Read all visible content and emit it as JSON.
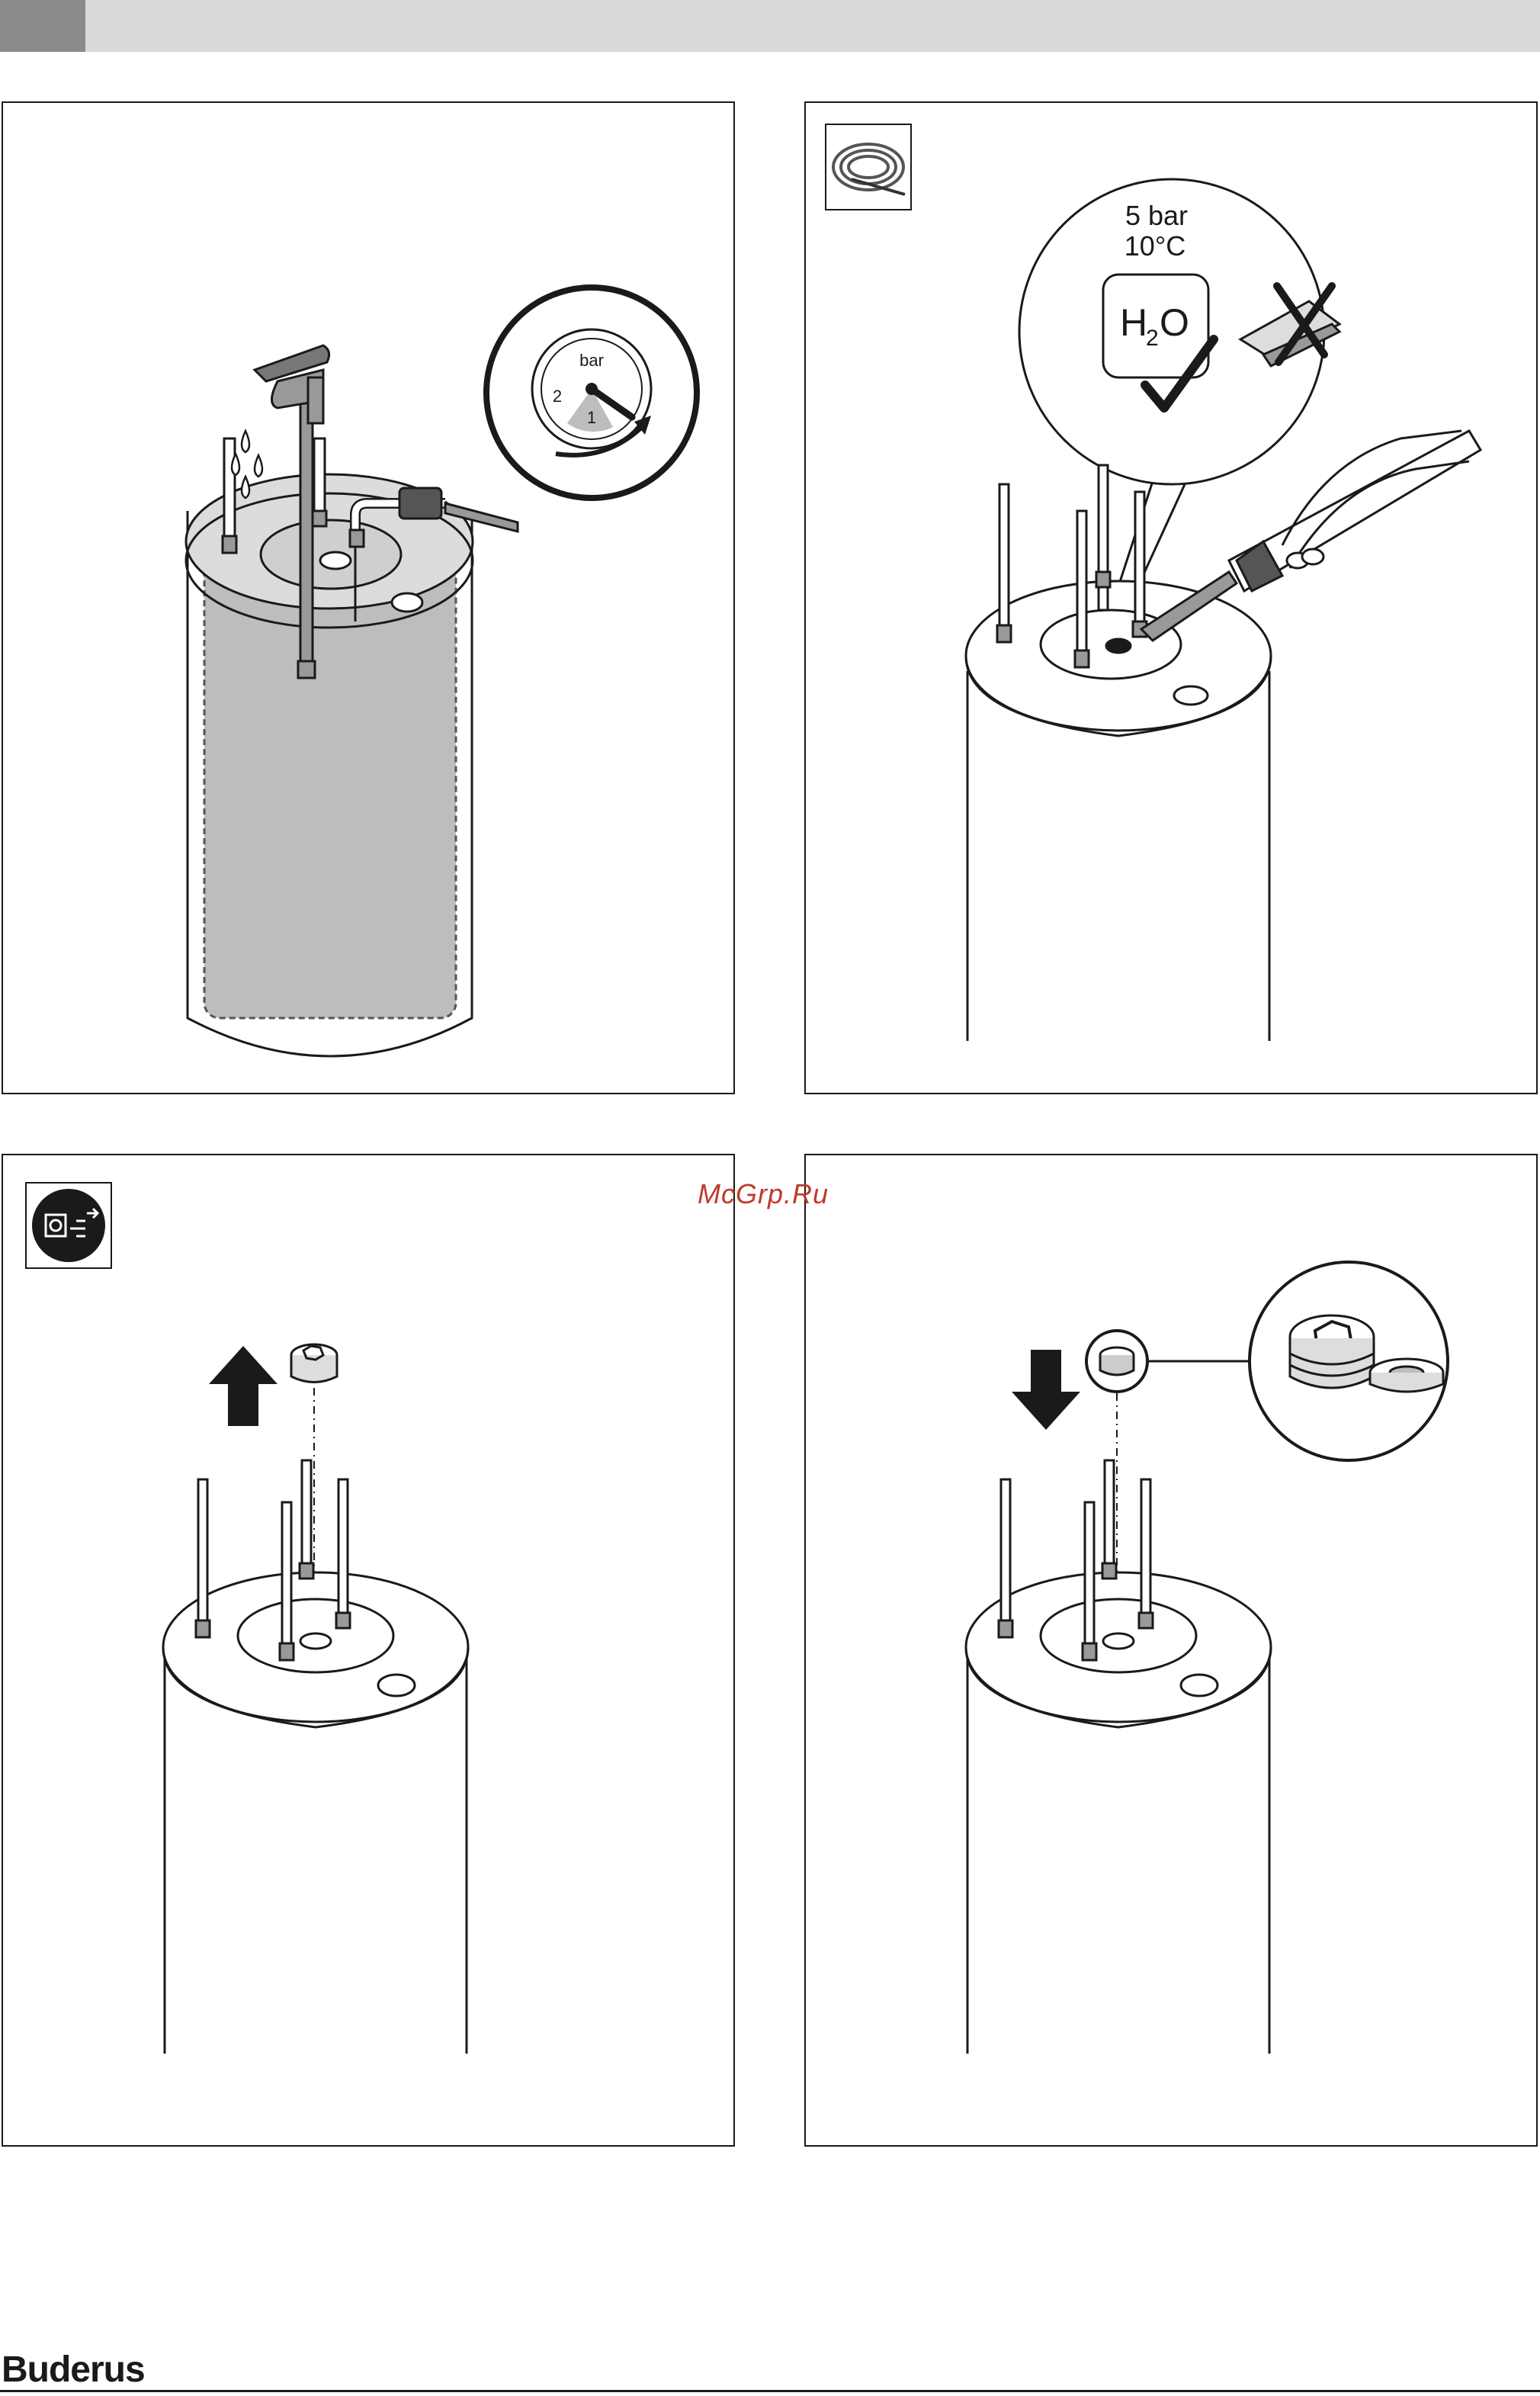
{
  "header": {
    "bar_color": "#d9d9d9",
    "tab_color": "#8a8a8a"
  },
  "panels": [
    {
      "id": "fill-tank",
      "icons": [
        "tap-icon",
        "water-drops-icon",
        "pressure-gauge-icon"
      ],
      "gauge": {
        "unit": "bar",
        "mark_1": "1",
        "mark_2": "2"
      }
    },
    {
      "id": "flush-tank",
      "icons": [
        "water-hose-icon",
        "spray-gun-icon",
        "brush-icon"
      ],
      "spec": {
        "pressure": "5 bar",
        "temperature": "10°C",
        "medium_prefix": "H",
        "medium_sub": "2",
        "medium_suffix": "O"
      }
    },
    {
      "id": "remove-plug",
      "icons": [
        "disconnect-power-icon",
        "arrow-up-icon",
        "plug-icon"
      ]
    },
    {
      "id": "insert-plug",
      "icons": [
        "arrow-down-icon",
        "plug-icon",
        "sealing-tape-icon"
      ]
    }
  ],
  "watermark": "McGrp.Ru",
  "footer": {
    "brand": "Buderus"
  }
}
